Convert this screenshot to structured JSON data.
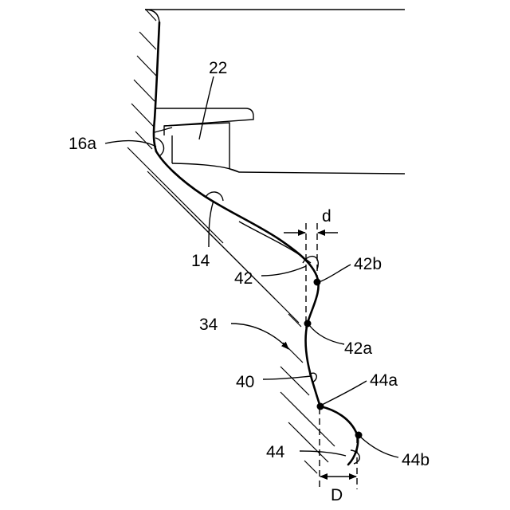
{
  "figure": {
    "labels": {
      "l22": "22",
      "l16a": "16a",
      "l14": "14",
      "l42": "42",
      "l42b": "42b",
      "l34": "34",
      "l42a": "42a",
      "l40": "40",
      "l44a": "44a",
      "l44": "44",
      "l44b": "44b",
      "dim_small": "d",
      "dim_large": "D"
    }
  }
}
